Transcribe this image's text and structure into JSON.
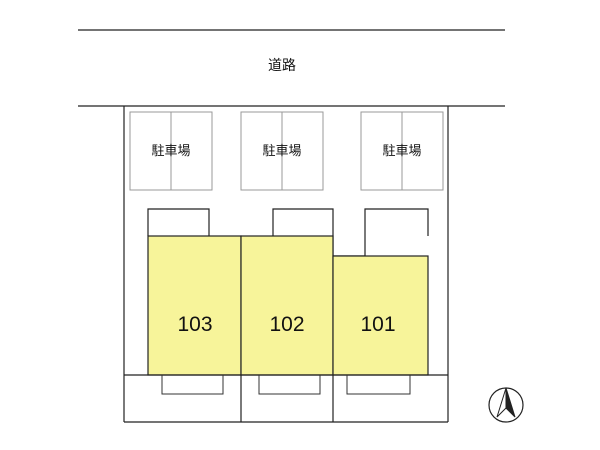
{
  "road": {
    "label": "道路"
  },
  "parking": [
    {
      "label": "駐車場"
    },
    {
      "label": "駐車場"
    },
    {
      "label": "駐車場"
    }
  ],
  "units": [
    {
      "number": "103"
    },
    {
      "number": "102"
    },
    {
      "number": "101"
    }
  ],
  "colors": {
    "unit_fill": "#f7f49a",
    "outline": "#222222",
    "parking_outline": "#999999"
  },
  "compass": {
    "icon": "north-arrow-icon"
  }
}
